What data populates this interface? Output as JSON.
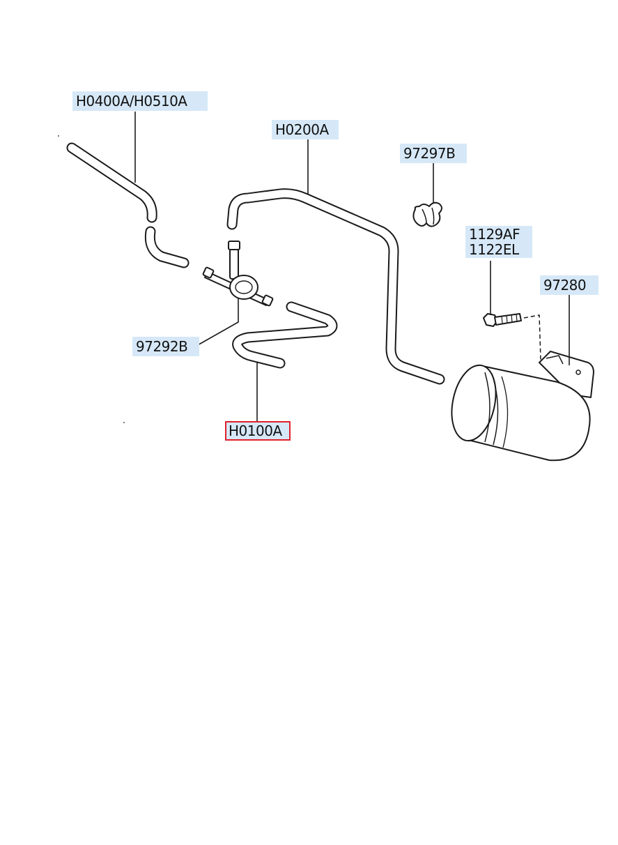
{
  "labels": {
    "h0400a": "H0400A/H0510A",
    "h0200a": "H0200A",
    "p97297b": "97297B",
    "p1129af": "1129AF",
    "p1122el": "1122EL",
    "p97280": "97280",
    "p97292b": "97292B",
    "h0100a": "H0100A"
  },
  "colors": {
    "label_bg": "#d6e8f7",
    "selected_outline": "#e0202a",
    "line": "#1a1a1a"
  },
  "selected_part": "H0100A"
}
